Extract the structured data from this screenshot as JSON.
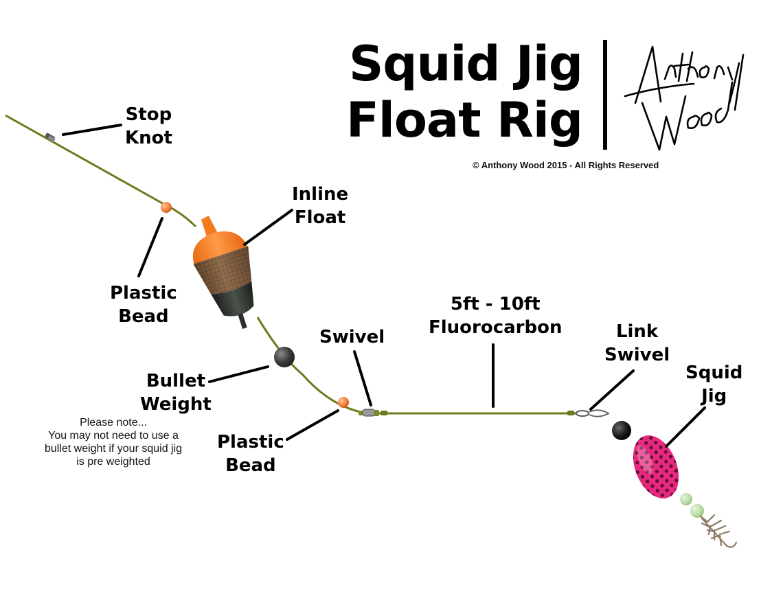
{
  "title": {
    "line1": "Squid Jig",
    "line2": "Float Rig"
  },
  "signature": {
    "line1": "Anthony",
    "line2": "Wood"
  },
  "copyright": "© Anthony Wood 2015 - All Rights Reserved",
  "labels": {
    "stop_knot": [
      "Stop",
      "Knot"
    ],
    "inline_float": [
      "Inline",
      "Float"
    ],
    "plastic_bead_top": [
      "Plastic",
      "Bead"
    ],
    "bullet_weight": [
      "Bullet",
      "Weight"
    ],
    "plastic_bead_bottom": [
      "Plastic",
      "Bead"
    ],
    "swivel": "Swivel",
    "fluorocarbon": [
      "5ft - 10ft",
      "Fluorocarbon"
    ],
    "link_swivel": [
      "Link",
      "Swivel"
    ],
    "squid_jig": [
      "Squid",
      "Jig"
    ]
  },
  "note": [
    "Please note...",
    "You may not need to use a",
    "bullet weight if your squid jig",
    "is pre weighted"
  ],
  "colors": {
    "line": "#6e7a1e",
    "float_top": "#f47a1c",
    "float_cork": "#7a5a3c",
    "float_base": "#2b2f2b",
    "bead_orange": "#f4833a",
    "bullet_weight": "#3a3a3a",
    "jig_pink": "#e8287e",
    "jig_spot": "#5a1030",
    "glow_bead": "#b7d9a0",
    "hook_metal": "#8b7a66"
  }
}
